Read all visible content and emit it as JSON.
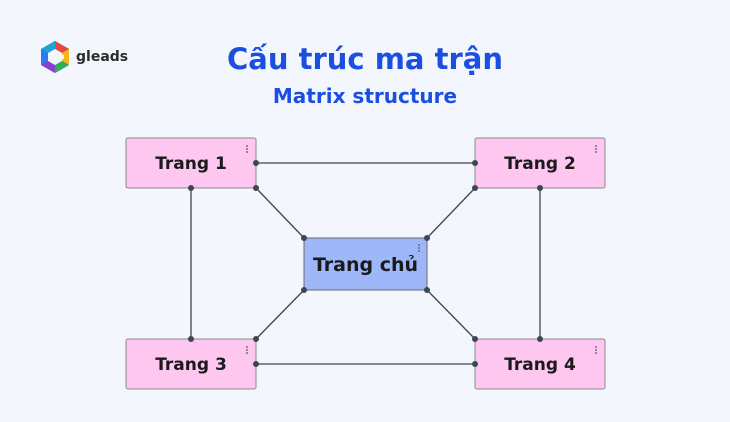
{
  "brand": {
    "name": "gleads"
  },
  "title": "Cấu trúc ma trận",
  "subtitle": "Matrix structure",
  "diagram": {
    "nodes": [
      {
        "id": "page1",
        "label": "Trang 1"
      },
      {
        "id": "page2",
        "label": "Trang 2"
      },
      {
        "id": "home",
        "label": "Trang chủ"
      },
      {
        "id": "page3",
        "label": "Trang 3"
      },
      {
        "id": "page4",
        "label": "Trang 4"
      }
    ],
    "edges": [
      [
        "page1",
        "page2"
      ],
      [
        "page1",
        "page3"
      ],
      [
        "page2",
        "page4"
      ],
      [
        "page3",
        "page4"
      ],
      [
        "page1",
        "home"
      ],
      [
        "page2",
        "home"
      ],
      [
        "page3",
        "home"
      ],
      [
        "page4",
        "home"
      ]
    ]
  },
  "colors": {
    "page_fill": "#fdc7ef",
    "page_border": "#8a8a8a",
    "home_fill": "#9db7f8",
    "home_border": "#6a6a6a",
    "edge": "#3d4655",
    "title": "#1b4fe0"
  }
}
